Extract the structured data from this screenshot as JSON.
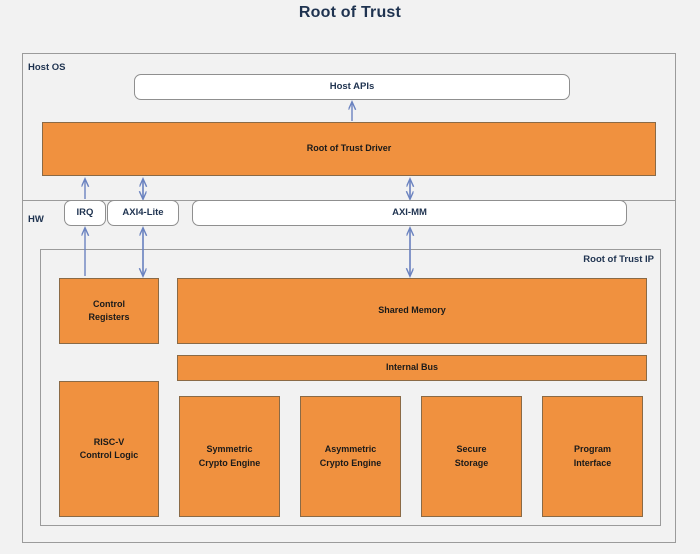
{
  "title": "Root of Trust",
  "zones": {
    "host_os_label": "Host OS",
    "hw_label": "HW",
    "ip_label": "Root of Trust IP"
  },
  "colors": {
    "block_fill": "#F0913F",
    "block_border": "#8A6A46",
    "frame_border": "#9B9B9B",
    "background": "#F2F2F2",
    "title_text": "#1F3350",
    "arrow": "#6B83C0"
  },
  "blocks": {
    "host_apis": "Host APIs",
    "rot_driver": "Root of Trust Driver",
    "irq": "IRQ",
    "axi4_lite": "AXI4-Lite",
    "axi_mm": "AXI-MM",
    "control_registers_line1": "Control",
    "control_registers_line2": "Registers",
    "shared_memory": "Shared Memory",
    "internal_bus": "Internal Bus",
    "riscv_line1": "RISC-V",
    "riscv_line2": "Control Logic",
    "symmetric_line1": "Symmetric",
    "symmetric_line2": "Crypto Engine",
    "asymmetric_line1": "Asymmetric",
    "asymmetric_line2": "Crypto Engine",
    "secure_storage_line1": "Secure",
    "secure_storage_line2": "Storage",
    "program_interface_line1": "Program",
    "program_interface_line2": "Interface"
  },
  "connections": [
    {
      "from": "rot_driver",
      "to": "host_apis",
      "kind": "single-up"
    },
    {
      "from": "irq",
      "to": "rot_driver",
      "kind": "single-up"
    },
    {
      "from": "control_registers",
      "to": "irq",
      "kind": "single-up"
    },
    {
      "from": "rot_driver",
      "to": "axi4_lite",
      "kind": "double"
    },
    {
      "from": "axi4_lite",
      "to": "control_registers",
      "kind": "double"
    },
    {
      "from": "rot_driver",
      "to": "axi_mm",
      "kind": "double"
    },
    {
      "from": "axi_mm",
      "to": "shared_memory",
      "kind": "double"
    }
  ]
}
